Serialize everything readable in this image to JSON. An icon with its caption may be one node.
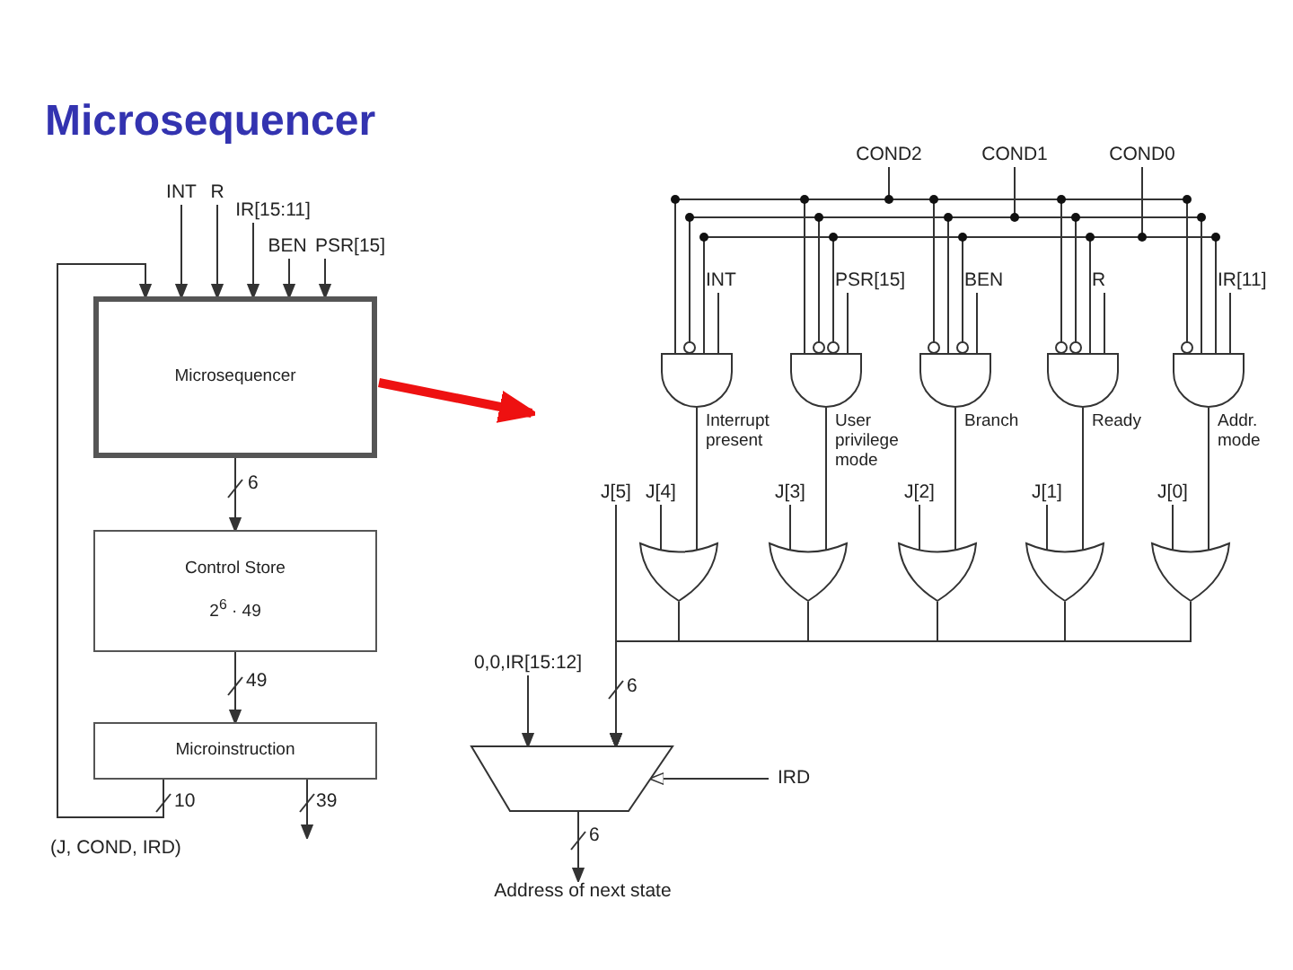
{
  "diagram": {
    "title": "Microsequencer",
    "nodes": [
      {
        "text": [
          "Microsequencer"
        ]
      },
      {
        "text": [
          "Control Store",
          "2$^{6}$ · 49"
        ]
      },
      {
        "text": [
          "Microinstruction"
        ]
      },
      {
        "text": [
          "INT"
        ]
      },
      {
        "text": [
          "R"
        ]
      },
      {
        "text": [
          "IR[15:11]"
        ]
      },
      {
        "text": [
          "BEN"
        ]
      },
      {
        "text": [
          "PSR[15]"
        ]
      },
      {
        "text": [
          "COND2"
        ]
      },
      {
        "text": [
          "COND1"
        ]
      },
      {
        "text": [
          "COND0"
        ]
      },
      {
        "text": [
          "INT"
        ]
      },
      {
        "text": [
          "PSR[15]"
        ]
      },
      {
        "text": [
          "BEN"
        ]
      },
      {
        "text": [
          "R"
        ]
      },
      {
        "text": [
          "IR[11]"
        ]
      },
      {
        "text": [],
        "shape": "gate",
        "beside": [
          "Interrupt present"
        ]
      },
      {
        "text": [],
        "shape": "gate",
        "beside": [
          "User privilege mode"
        ]
      },
      {
        "text": [],
        "shape": "gate",
        "beside": [
          "Branch"
        ]
      },
      {
        "text": [],
        "shape": "gate",
        "beside": [
          "Ready"
        ]
      },
      {
        "text": [],
        "shape": "gate",
        "beside": [
          "Addr. mode"
        ]
      },
      {
        "text": [
          "J[5]"
        ]
      },
      {
        "text": [
          "J[4]"
        ]
      },
      {
        "text": [
          "J[3]"
        ]
      },
      {
        "text": [
          "J[2]"
        ]
      },
      {
        "text": [
          "J[1]"
        ]
      },
      {
        "text": [
          "J[0]"
        ]
      },
      {
        "text": [],
        "shape": "gate"
      },
      {
        "text": [],
        "shape": "gate"
      },
      {
        "text": [],
        "shape": "gate"
      },
      {
        "text": [],
        "shape": "gate"
      },
      {
        "text": [],
        "shape": "gate"
      },
      {
        "text": [
          "0,0,IR[15:12]"
        ]
      },
      {
        "text": [],
        "shape": "trapezoid"
      },
      {
        "text": [
          "IRD"
        ]
      },
      {
        "text": [
          "Address of next state"
        ]
      }
    ],
    "edges": [
      {
        "from": 3,
        "to": 0,
        "arrow": "to"
      },
      {
        "from": 4,
        "to": 0,
        "arrow": "to"
      },
      {
        "from": 5,
        "to": 0,
        "arrow": "to"
      },
      {
        "from": 6,
        "to": 0,
        "arrow": "to"
      },
      {
        "from": 7,
        "to": 0,
        "arrow": "to"
      },
      {
        "from": 0,
        "to": 1,
        "arrow": "to",
        "label": "6"
      },
      {
        "from": 1,
        "to": 2,
        "arrow": "to",
        "label": "49"
      },
      {
        "from": 2,
        "to": 0,
        "arrow": "to",
        "label": "10"
      },
      {
        "from": 2,
        "to": null,
        "arrow": "to",
        "label": "39"
      },
      {
        "from": 0,
        "to": null,
        "arrow": "to",
        "style": "thick",
        "color": "#ee1111"
      },
      {
        "from": 8,
        "to": 16,
        "arrow": "none"
      },
      {
        "from": 8,
        "to": 17,
        "arrow": "none"
      },
      {
        "from": 8,
        "to": 18,
        "arrow": "none"
      },
      {
        "from": 8,
        "to": 19,
        "arrow": "none"
      },
      {
        "from": 8,
        "to": 20,
        "arrow": "none"
      },
      {
        "from": 9,
        "to": 16,
        "arrow": "none"
      },
      {
        "from": 9,
        "to": 17,
        "arrow": "none"
      },
      {
        "from": 9,
        "to": 18,
        "arrow": "none"
      },
      {
        "from": 9,
        "to": 19,
        "arrow": "none"
      },
      {
        "from": 9,
        "to": 20,
        "arrow": "none"
      },
      {
        "from": 10,
        "to": 16,
        "arrow": "none"
      },
      {
        "from": 10,
        "to": 17,
        "arrow": "none"
      },
      {
        "from": 10,
        "to": 18,
        "arrow": "none"
      },
      {
        "from": 10,
        "to": 19,
        "arrow": "none"
      },
      {
        "from": 10,
        "to": 20,
        "arrow": "none"
      },
      {
        "from": 11,
        "to": 16,
        "arrow": "none"
      },
      {
        "from": 12,
        "to": 17,
        "arrow": "none"
      },
      {
        "from": 13,
        "to": 18,
        "arrow": "none"
      },
      {
        "from": 14,
        "to": 19,
        "arrow": "none"
      },
      {
        "from": 15,
        "to": 20,
        "arrow": "none"
      },
      {
        "from": 16,
        "to": 27,
        "arrow": "none"
      },
      {
        "from": 17,
        "to": 28,
        "arrow": "none"
      },
      {
        "from": 18,
        "to": 29,
        "arrow": "none"
      },
      {
        "from": 19,
        "to": 30,
        "arrow": "none"
      },
      {
        "from": 20,
        "to": 31,
        "arrow": "none"
      },
      {
        "from": 22,
        "to": 27,
        "arrow": "none"
      },
      {
        "from": 23,
        "to": 28,
        "arrow": "none"
      },
      {
        "from": 24,
        "to": 29,
        "arrow": "none"
      },
      {
        "from": 25,
        "to": 30,
        "arrow": "none"
      },
      {
        "from": 26,
        "to": 31,
        "arrow": "none"
      },
      {
        "from": 21,
        "to": 33,
        "arrow": "to",
        "label": "6"
      },
      {
        "from": 27,
        "to": 33,
        "arrow": "to"
      },
      {
        "from": 28,
        "to": 33,
        "arrow": "to"
      },
      {
        "from": 29,
        "to": 33,
        "arrow": "to"
      },
      {
        "from": 30,
        "to": 33,
        "arrow": "to"
      },
      {
        "from": 31,
        "to": 33,
        "arrow": "to"
      },
      {
        "from": 32,
        "to": 33,
        "arrow": "to"
      },
      {
        "from": 34,
        "to": 33,
        "arrow": "to"
      },
      {
        "from": 33,
        "to": 35,
        "arrow": "to",
        "label": "6"
      }
    ],
    "labels": [
      "(J, COND, IRD)"
    ]
  }
}
